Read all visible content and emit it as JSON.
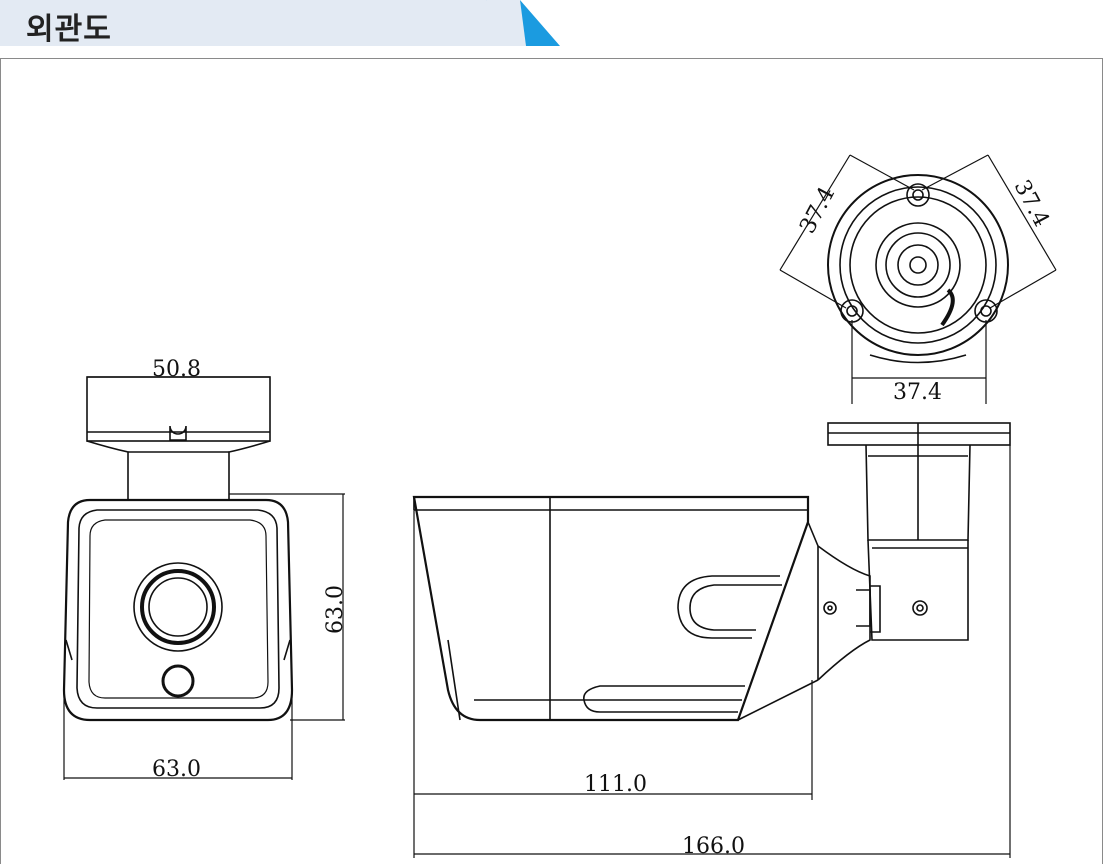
{
  "header": {
    "title": "외관도",
    "bar_color": "#e3eaf3",
    "accent_color": "#1b9be0"
  },
  "dimensions": {
    "front_bracket_width": "50.8",
    "front_height": "63.0",
    "front_width": "63.0",
    "mount_hole_a": "37.4",
    "mount_hole_b": "37.4",
    "mount_hole_c": "37.4",
    "body_length": "111.0",
    "total_length": "166.0"
  }
}
